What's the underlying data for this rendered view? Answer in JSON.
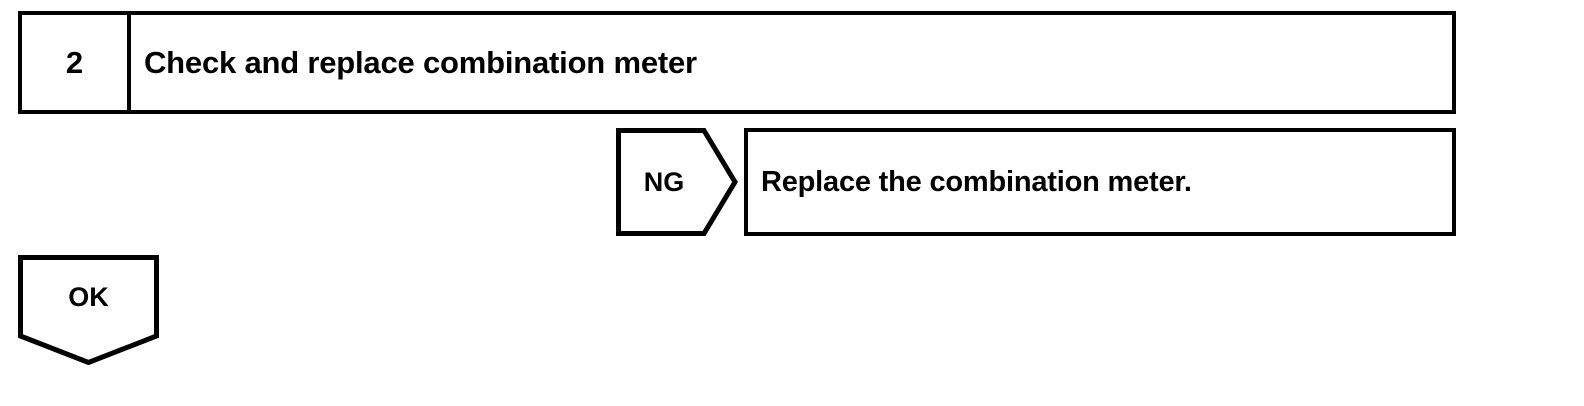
{
  "page": {
    "title": "Check and replace combination meter",
    "background_color": "#ffffff",
    "line_color": "#000000",
    "text_color": "#000000"
  },
  "step": {
    "number": "2",
    "title": "Check and replace combination meter"
  },
  "branches": {
    "ng": {
      "label": "NG",
      "shape": "pentagon-arrow-right",
      "result": {
        "text": "Replace the combination meter."
      }
    },
    "ok": {
      "label": "OK",
      "shape": "pentagon-arrow-down"
    }
  }
}
